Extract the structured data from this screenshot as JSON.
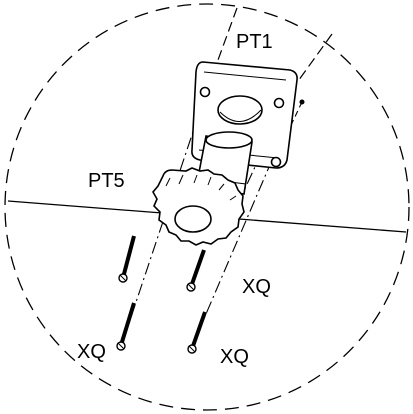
{
  "diagram": {
    "labels": {
      "pt1": "PT1",
      "pt5": "PT5",
      "xq_left": "XQ",
      "xq_right_upper": "XQ",
      "xq_right_lower": "XQ"
    },
    "colors": {
      "line": "#000000",
      "background": "#ffffff"
    }
  }
}
